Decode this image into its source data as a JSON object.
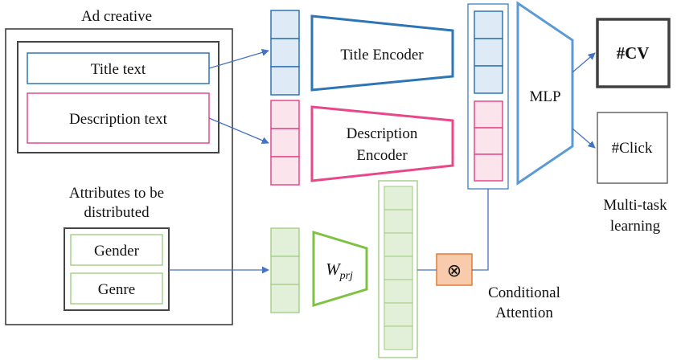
{
  "ad_creative": {
    "title": "Ad creative",
    "title_text": "Title text",
    "description_text": "Description text",
    "attributes_label_line1": "Attributes to be",
    "attributes_label_line2": "distributed",
    "gender": "Gender",
    "genre": "Genre"
  },
  "encoders": {
    "title_encoder": "Title Encoder",
    "description_encoder_line1": "Description",
    "description_encoder_line2": "Encoder",
    "projection_main": "W",
    "projection_sub": "prj"
  },
  "mlp": {
    "label": "MLP"
  },
  "outputs": {
    "cv": "#CV",
    "click": "#Click",
    "multitask_line1": "Multi-task",
    "multitask_line2": "learning"
  },
  "attention": {
    "symbol": "⊗",
    "label_line1": "Conditional",
    "label_line2": "Attention"
  },
  "colors": {
    "title_blue": "#2E75B6",
    "title_fill": "#DEEBF7",
    "desc_pink": "#E8488A",
    "desc_fill": "#FCE4EC",
    "attr_green": "#A9D18E",
    "attr_fill": "#E2F0D9",
    "proj_green": "#7DC242",
    "mlp_blue": "#5B9BD5",
    "attn_orange": "#E07B39",
    "attn_fill": "#F8CBAD"
  }
}
